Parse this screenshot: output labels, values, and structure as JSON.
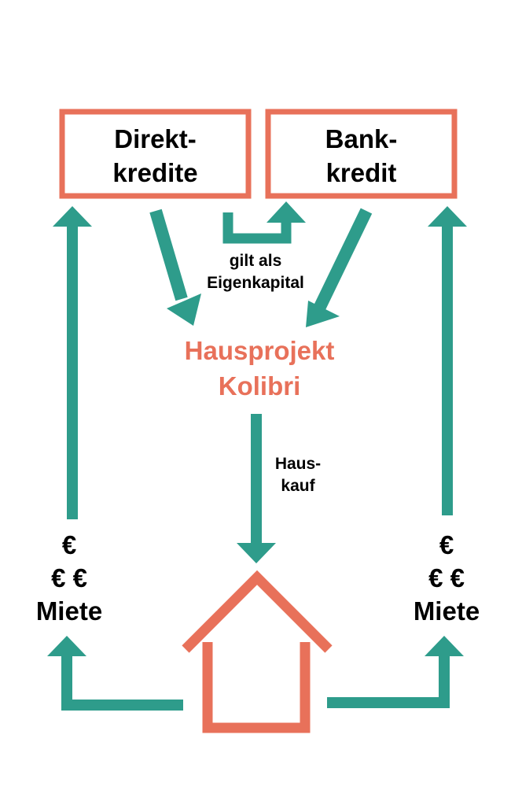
{
  "colors": {
    "accent": "#E8715A",
    "arrow": "#2E9C8B"
  },
  "boxes": {
    "direkt": {
      "line1": "Direkt-",
      "line2": "kredite"
    },
    "bank": {
      "line1": "Bank-",
      "line2": "kredit"
    }
  },
  "project": {
    "line1": "Hausprojekt",
    "line2": "Kolibri"
  },
  "labels": {
    "eigenkapital": {
      "line1": "gilt als",
      "line2": "Eigenkapital"
    },
    "hauskauf": {
      "line1": "Haus-",
      "line2": "kauf"
    }
  },
  "miete_left": {
    "line1": "€",
    "line2": "€ €",
    "line3": "Miete"
  },
  "miete_right": {
    "line1": "€",
    "line2": "€ €",
    "line3": "Miete"
  },
  "icons": {
    "house": "house-icon"
  }
}
